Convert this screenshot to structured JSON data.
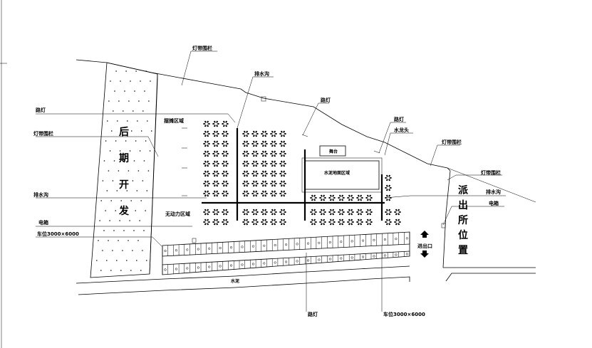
{
  "labels": {
    "light_rail_top": "灯带围栏",
    "drain_top": "排水沟",
    "street_light_top": "路灯",
    "street_light_left": "路灯",
    "street_light_right": "路灯",
    "hydrant": "水龙头",
    "light_rail_right": "灯带围栏",
    "light_rail_right2": "灯带围栏",
    "light_rail_left": "灯带围栏",
    "drain_left": "排水沟",
    "drain_right": "排水沟",
    "electric_box_left": "电箱",
    "electric_box_right": "电箱",
    "parking_left": "车位3000×6000",
    "parking_bottom": "车位3000×6000",
    "street_light_bottom": "路灯",
    "display_zone": "摆摊区域",
    "no_power_zone": "无动力区域",
    "stage": "舞台",
    "center_zone": "水泥地面区域",
    "entrance": "进出口",
    "road": "水泥",
    "later_dev": "后期开发",
    "police_station": "派出所位置"
  },
  "colors": {
    "line": "#000000",
    "background": "#ffffff"
  }
}
